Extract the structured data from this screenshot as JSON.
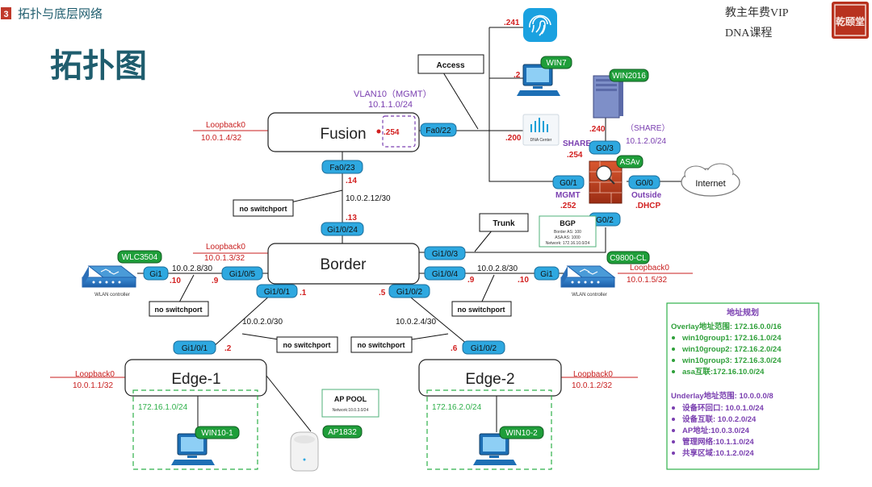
{
  "header": {
    "section_num": "3",
    "section_title": "拓扑与底层网络",
    "page_title": "拓扑图",
    "brand_line1": "教主年费VIP",
    "brand_line2": "DNA课程",
    "seal_text": "乾颐堂"
  },
  "fusion": {
    "name": "Fusion",
    "loopback_label": "Loopback0",
    "loopback_ip": "10.0.1.4/32",
    "port_fa022": "Fa0/22",
    "port_fa023": "Fa0/23",
    "vlan_label": "VLAN10（MGMT）",
    "vlan_net": "10.1.1.0/24",
    "vlan_ip": ".254",
    "down_ip": ".14"
  },
  "border": {
    "name": "Border",
    "loopback_label": "Loopback0",
    "loopback_ip": "10.0.1.3/32",
    "port_gi1024": "Gi1/0/24",
    "port_gi103": "Gi1/0/3",
    "port_gi104": "Gi1/0/4",
    "port_gi105": "Gi1/0/5",
    "port_gi101": "Gi1/0/1",
    "port_gi102": "Gi1/0/2",
    "up_ip": ".13",
    "ip_gi101": ".1",
    "ip_gi102": ".5",
    "ip_gi105": ".9",
    "ip_gi104": ".9"
  },
  "fusion_border_link": {
    "net": "10.0.2.12/30",
    "note": "no switchport"
  },
  "access_callout": "Access",
  "trunk_callout": "Trunk",
  "endpoints": {
    "fp_ip": ".241",
    "win7_label": "WIN7",
    "win7_ip": ".2",
    "dna_ip": ".200",
    "dna_text": "DNA Center"
  },
  "share": {
    "win2016_label": "WIN2016",
    "win2016_ip": ".240",
    "share_label": "（SHARE）",
    "share_net": "10.1.2.0/24",
    "share_name": "SHARE",
    "share_ip": ".254"
  },
  "asav": {
    "label": "ASAv",
    "port_g03": "G0/3",
    "port_g01": "G0/1",
    "port_g00": "G0/0",
    "port_g02": "G0/2",
    "mgmt_name": "MGMT",
    "mgmt_ip": ".252",
    "outside_name": "Outside",
    "outside_ip": ".DHCP",
    "internet": "Internet"
  },
  "bgp": {
    "title": "BGP",
    "line1": "Border AS: 100",
    "line2": "ASA AS: 1000",
    "line3": "Network: 172.16.10.0/24"
  },
  "wlc_left": {
    "label": "WLC3504",
    "port": "Gi1",
    "ip": ".10",
    "caption": "WLAN controller",
    "net": "10.0.2.8/30",
    "note": "no switchport"
  },
  "wlc_right": {
    "label": "C9800-CL",
    "port": "Gi1",
    "ip": ".10",
    "caption": "WLAN controller",
    "net": "10.0.2.8/30",
    "note": "no switchport",
    "loopback_label": "Loopback0",
    "loopback_ip": "10.0.1.5/32"
  },
  "edge1": {
    "name": "Edge-1",
    "port": "Gi1/0/1",
    "ip": ".2",
    "loopback_label": "Loopback0",
    "loopback_ip": "10.0.1.1/32",
    "link_net": "10.0.2.0/30",
    "note": "no switchport",
    "subnet": "172.16.1.0/24",
    "host": "WIN10-1"
  },
  "edge2": {
    "name": "Edge-2",
    "port": "Gi1/0/2",
    "ip": ".6",
    "loopback_label": "Loopback0",
    "loopback_ip": "10.0.1.2/32",
    "link_net": "10.0.2.4/30",
    "note": "no switchport",
    "subnet": "172.16.2.0/24",
    "host": "WIN10-2"
  },
  "ap_pool": {
    "title": "AP POOL",
    "network": "Network:10.0.3.0/24",
    "ap_label": "AP1832"
  },
  "plan": {
    "title": "地址规划",
    "overlay_head": "Overlay地址范围: 172.16.0.0/16",
    "overlay_items": [
      "win10group1: 172.16.1.0/24",
      "win10group2: 172.16.2.0/24",
      "win10group3: 172.16.3.0/24",
      "asa互联:172.16.10.0/24"
    ],
    "underlay_head": "Underlay地址范围: 10.0.0.0/8",
    "underlay_items": [
      "设备环回口: 10.0.1.0/24",
      "设备互联: 10.0.2.0/24",
      "AP地址:10.0.3.0/24",
      "管理网络:10.1.1.0/24",
      "共享区域:10.1.2.0/24"
    ]
  },
  "colors": {
    "port_fill": "#2ea8e0",
    "label_green": "#1f9e3a",
    "ip_red": "#d21f1f",
    "purple": "#7a3fb0",
    "title_teal": "#1f5d6e"
  }
}
